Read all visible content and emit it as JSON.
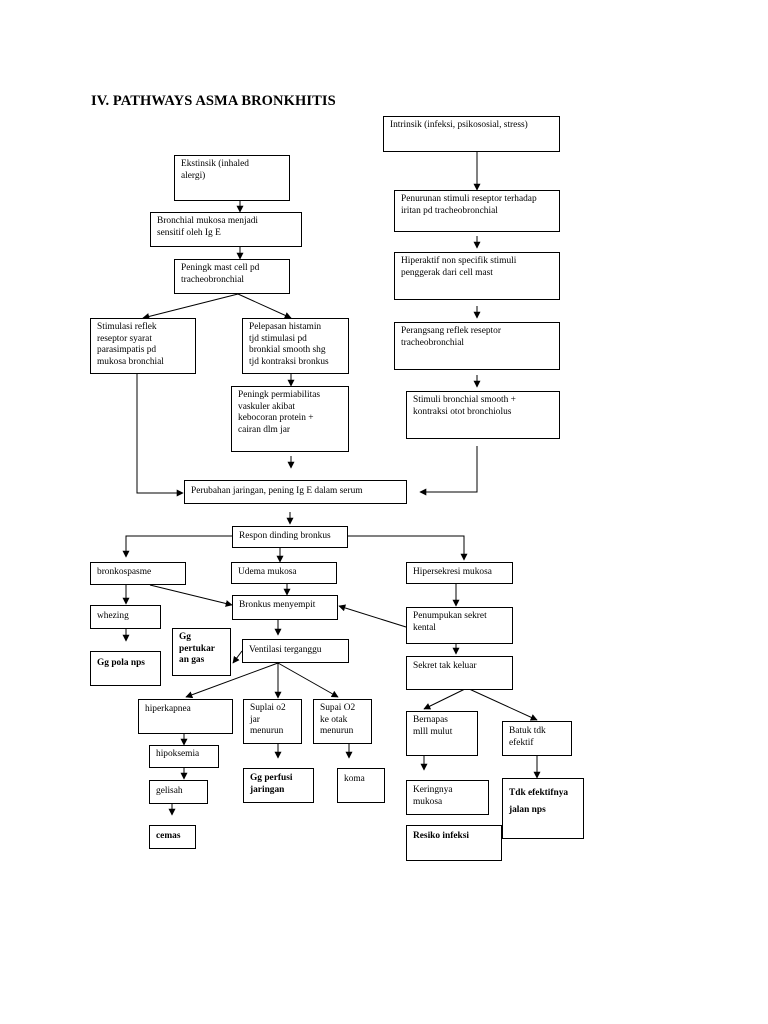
{
  "title": "IV. PATHWAYS ASMA BRONKHITIS",
  "nodes": {
    "intrinsik": "Intrinsik (infeksi, psikososial, stress)",
    "ekstrinsik": "Ekstinsik (inhaled\nalergi)",
    "bronchial_mukosa": "Bronchial mukosa menjadi\nsensitif oleh Ig E",
    "mast_cell": "Peningk mast cell pd\ntracheobronchial",
    "stimulasi_reflek": "Stimulasi reflek\nreseptor syarat\nparasimpatis pd\nmukosa bronchial",
    "pelepasan_histamin": "Pelepasan histamin\ntjd stimulasi pd\nbronkial smooth shg\ntjd kontraksi bronkus",
    "permiabilitas": "Peningk permiabilitas\nvaskuler akibat\nkebocoran protein +\ncairan dlm jar",
    "penurunan_stimuli": "Penurunan stimuli reseptor terhadap\niritan pd tracheobronchial",
    "hiperaktif": "Hiperaktif non specifik stimuli\npenggerak dari cell mast",
    "perangsang_reflek": "Perangsang reflek reseptor\ntracheobronchial",
    "stimuli_smooth": "Stimuli bronchial smooth +\nkontraksi otot bronchiolus",
    "perubahan_jaringan": "Perubahan jaringan, pening Ig E dalam serum",
    "respon_dinding": "Respon dinding bronkus",
    "bronkospasme": "bronkospasme",
    "udema_mukosa": "Udema mukosa",
    "hipersekresi": "Hipersekresi mukosa",
    "whezing": "whezing",
    "bronkus_menyempit": "Bronkus menyempit",
    "penumpukan_sekret": "Penumpukan sekret\nkental",
    "gg_pola_nps": "Gg pola nps",
    "gg_pertukaran_gas": "Gg\npertukar\nan gas",
    "ventilasi": "Ventilasi terganggu",
    "sekret_tak_keluar": "Sekret tak keluar",
    "hiperkapnea": "hiperkapnea",
    "suplai_o2_jar": "Suplai o2\njar\nmenurun",
    "supai_o2_otak": "Supai O2\nke otak\nmenurun",
    "bernapas_mulut": "Bernapas\nmlll mulut",
    "batuk_tdk_efektif": "Batuk tdk\nefektif",
    "hipoksemia": "hipoksemia",
    "gelisah": "gelisah",
    "gg_perfusi": "Gg perfusi\njaringan",
    "koma": "koma",
    "keringnya_mukosa": "Keringnya\nmukosa",
    "tdk_efektifnya": "Tdk efektifnya\njalan nps",
    "cemas": "cemas",
    "resiko_infeksi": "Resiko infeksi"
  }
}
